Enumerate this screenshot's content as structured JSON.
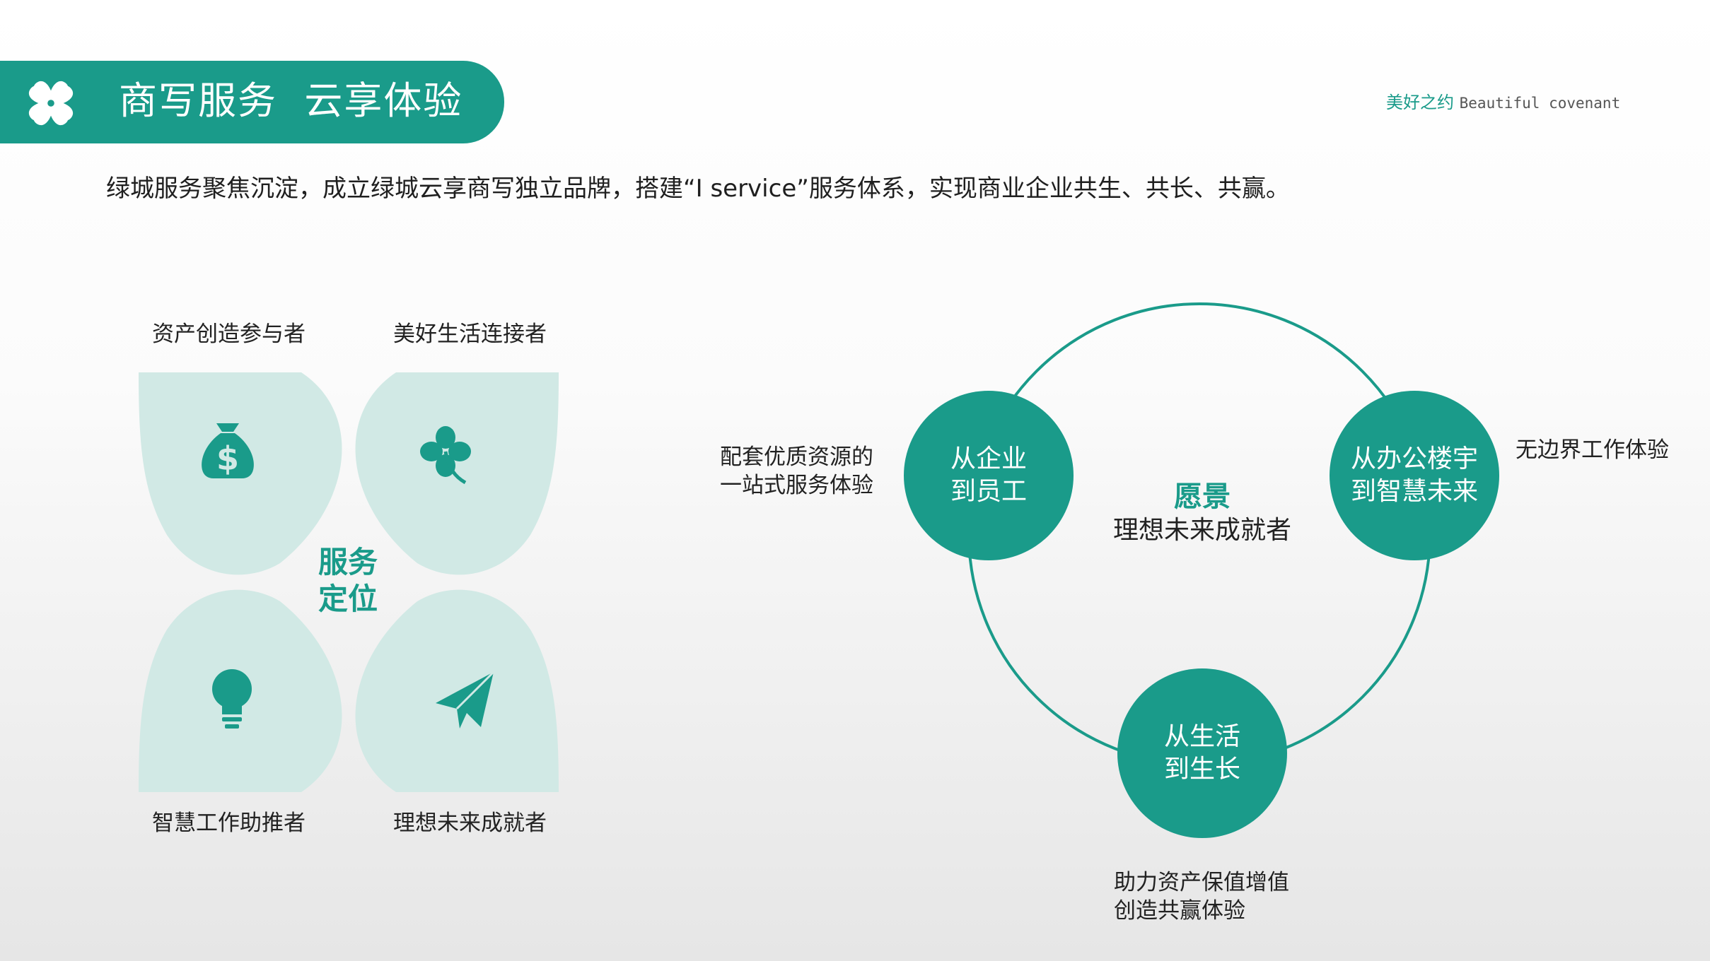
{
  "header": {
    "title": "商写服务  云享体验"
  },
  "brand": {
    "cn": "美好之约",
    "en": "Beautiful covenant"
  },
  "intro": "绿城服务聚焦沉淀，成立绿城云享商写独立品牌，搭建“I service”服务体系，实现商业企业共生、共长、共赢。",
  "positioning": {
    "center": [
      "服务",
      "定位"
    ],
    "quadrants": [
      {
        "label": "资产创造参与者",
        "icon": "money-bag-icon"
      },
      {
        "label": "美好生活连接者",
        "icon": "clover-icon"
      },
      {
        "label": "智慧工作助推者",
        "icon": "lightbulb-icon"
      },
      {
        "label": "理想未来成就者",
        "icon": "paper-plane-icon"
      }
    ]
  },
  "vision": {
    "title": "愿景",
    "subtitle": "理想未来成就者",
    "nodes": [
      {
        "lines": [
          "从企业",
          "到员工"
        ],
        "desc": [
          "配套优质资源的",
          "一站式服务体验"
        ]
      },
      {
        "lines": [
          "从办公楼宇",
          "到智慧未来"
        ],
        "desc": [
          "无边界工作体验"
        ]
      },
      {
        "lines": [
          "从生活",
          "到生长"
        ],
        "desc": [
          "助力资产保值增值",
          "创造共赢体验"
        ]
      }
    ]
  },
  "colors": {
    "accent": "#1a9b8a",
    "petal": "#d1e9e5"
  }
}
